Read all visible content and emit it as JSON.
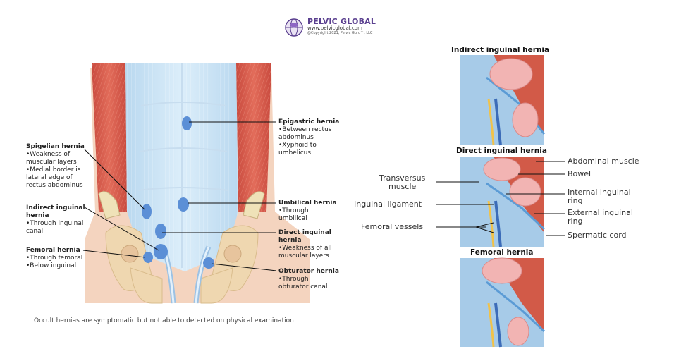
{
  "logo": {
    "title": "PELVIC GLOBAL",
    "url": "www.pelvicglobal.com",
    "copyright": "@Copyright 2021, Pelvic Guru™, LLC"
  },
  "caption": "Occult hernias are symptomatic but not able to detected on physical examination",
  "left_labels": {
    "epigastric": {
      "title": "Epigastric hernia",
      "lines": [
        "•Between rectus",
        " abdominus",
        "•Xyphoid to",
        " umbelicus"
      ]
    },
    "spigelian": {
      "title": "Spigelian hernia",
      "lines": [
        "•Weakness of",
        " muscular layers",
        "•Medial border is",
        " lateral edge of",
        " rectus abdominus"
      ]
    },
    "indirect": {
      "title_lines": [
        "Indirect inguinal",
        "hernia"
      ],
      "lines": [
        "•Through inguinal",
        " canal"
      ]
    },
    "umbilical": {
      "title": "Umbilical hernia",
      "lines": [
        "•Through",
        " umbilical"
      ]
    },
    "direct": {
      "title_lines": [
        "Direct inguinal",
        "hernia"
      ],
      "lines": [
        "•Weakness of all",
        " muscular layers"
      ]
    },
    "femoral": {
      "title": "Femoral hernia",
      "lines": [
        "•Through femoral",
        "•Below inguinal"
      ]
    },
    "obturator": {
      "title": "Obturator hernia",
      "lines": [
        "•Through",
        " obturator canal"
      ]
    }
  },
  "panels": {
    "indirect_title": "Indirect inguinal hernia",
    "direct_title": "Direct inguinal hernia",
    "femoral_title": "Femoral hernia"
  },
  "right_labels": {
    "abdominal_muscle": "Abdominal muscle",
    "bowel": "Bowel",
    "internal_ring": [
      "Internal inguinal",
      "ring"
    ],
    "external_ring": [
      "External inguinal",
      "ring"
    ],
    "spermatic_cord": "Spermatic cord",
    "transversus": [
      "Transversus",
      "muscle"
    ],
    "inguinal_ligament": "Inguinal ligament",
    "femoral_vessels": "Femoral vessels"
  },
  "colors": {
    "muscle": "#d9584a",
    "fascia": "#aacde9",
    "bone": "#efd7b0",
    "hernia": "#5b8fd6",
    "skin": "#f2c6a8"
  }
}
